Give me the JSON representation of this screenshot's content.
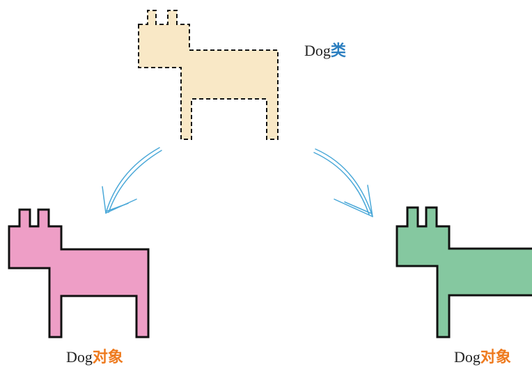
{
  "class_label": {
    "name": "Dog",
    "suffix": "类"
  },
  "left_object_label": {
    "name": "Dog",
    "suffix": "对象"
  },
  "right_object_label": {
    "name": "Dog",
    "suffix": "对象"
  },
  "colors": {
    "class_fill": "#F9E8C6",
    "left_object_fill": "#EE9EC6",
    "right_object_fill": "#85C8A0",
    "arrow": "#4AA8D8",
    "class_suffix": "#2C7FC0",
    "object_suffix": "#EE7A1E",
    "outline": "#111111"
  }
}
